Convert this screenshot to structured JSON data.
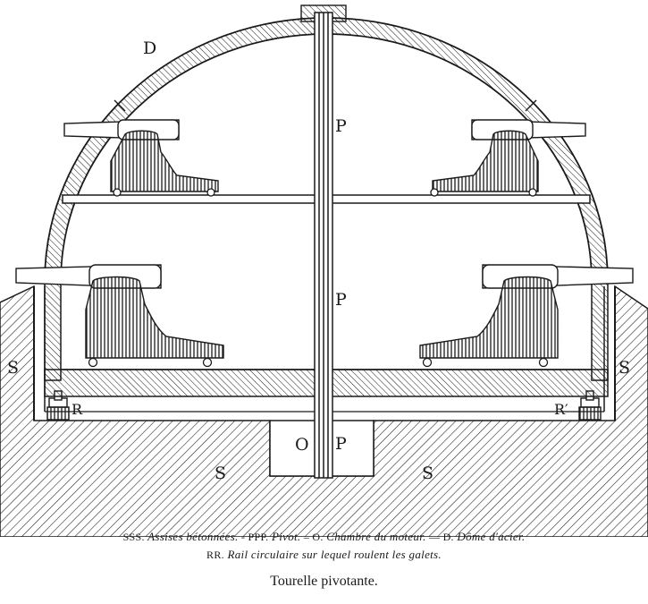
{
  "labels": {
    "dome": "D",
    "pivot_top": "P",
    "pivot_mid": "P",
    "pivot_bottom": "P",
    "chamber": "O",
    "ground_left": "S",
    "ground_right": "S",
    "ground_bottom_left": "S",
    "ground_bottom_right": "S",
    "rail_left": "R",
    "rail_right": "R′"
  },
  "caption": {
    "line1": {
      "code_sss": "SSS.",
      "sss_text": "Assises bétonnées.",
      "sep1": " - ",
      "code_ppp": "PPP.",
      "ppp_text": "Pivot.",
      "sep2": " – ",
      "code_o": "O.",
      "o_text": "Chambre du moteur.",
      "sep3": " — ",
      "code_d": "D.",
      "d_text": "Dôme d'acier."
    },
    "line2": {
      "code_rr": "RR.",
      "rr_text": "Rail circulaire sur lequel roulent les galets."
    },
    "title": "Tourelle pivotante."
  },
  "colors": {
    "ink": "#1a1a1a",
    "paper": "#ffffff"
  }
}
